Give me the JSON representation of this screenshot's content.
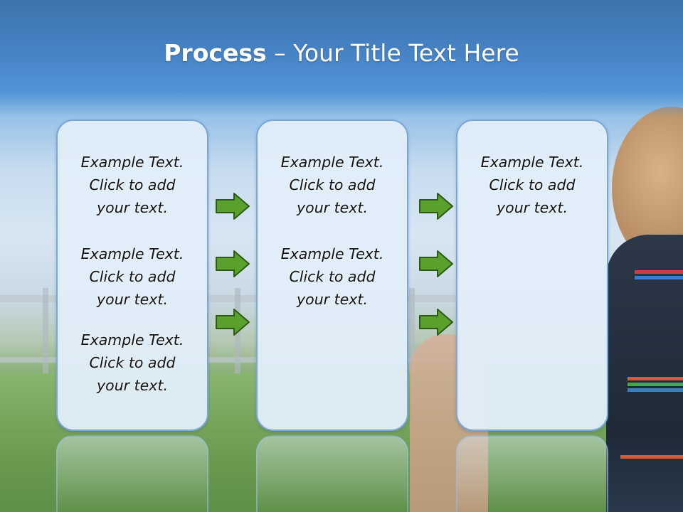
{
  "slide": {
    "title_bold": "Process",
    "title_rest": " – Your Title Text Here"
  },
  "columns": [
    {
      "items": [
        {
          "line1": "Example Text.",
          "line2": "Click  to add",
          "line3": "your text."
        },
        {
          "line1": "Example Text.",
          "line2": "Click  to add",
          "line3": "your text."
        },
        {
          "line1": "Example Text.",
          "line2": "Click  to add",
          "line3": "your text."
        }
      ]
    },
    {
      "items": [
        {
          "line1": "Example Text.",
          "line2": "Click  to add",
          "line3": "your text."
        },
        {
          "line1": "Example Text.",
          "line2": "Click  to add",
          "line3": "your text."
        }
      ]
    },
    {
      "items": [
        {
          "line1": "Example Text.",
          "line2": "Click  to add",
          "line3": "your text."
        }
      ]
    }
  ],
  "colors": {
    "box_border": "#7aa6d8",
    "box_fill": "#e2eefa",
    "arrow_fill": "#5aa02c",
    "arrow_stroke": "#2f5a16",
    "title_text": "#ffffff"
  },
  "arrow_icon": "right-arrow-icon"
}
